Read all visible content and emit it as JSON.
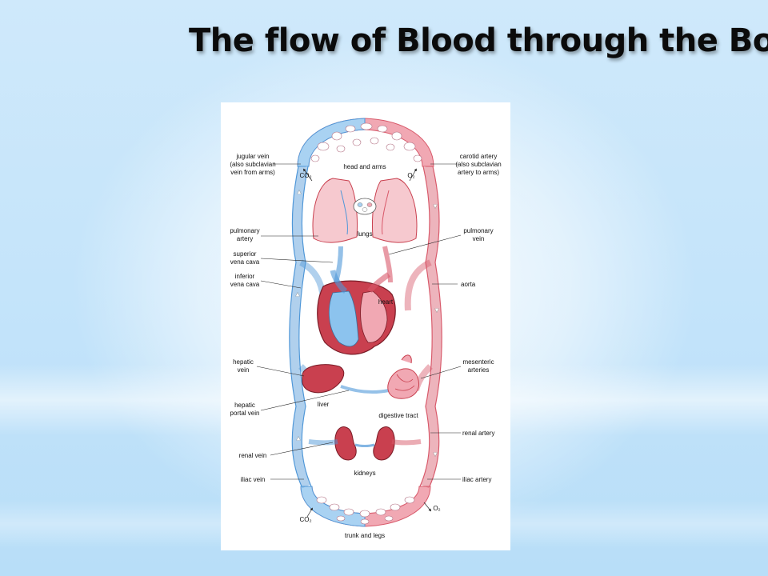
{
  "slide": {
    "title": "The flow of Blood through the Body"
  },
  "diagram": {
    "labels": {
      "jugular_vein": [
        "jugular vein",
        "(also subclavian",
        "vein from arms)"
      ],
      "head_and_arms": "head and arms",
      "carotid_artery": [
        "carotid artery",
        "(also subclavian",
        "artery to arms)"
      ],
      "co2_top": "CO₂",
      "o2_top": "O₂",
      "pulmonary_artery": [
        "pulmonary",
        "artery"
      ],
      "lungs": "lungs",
      "pulmonary_vein": [
        "pulmonary",
        "vein"
      ],
      "superior_vena_cava": [
        "superior",
        "vena cava"
      ],
      "inferior_vena_cava": [
        "inferior",
        "vena cava"
      ],
      "aorta": "aorta",
      "heart": "heart",
      "hepatic_vein": [
        "hepatic",
        "vein"
      ],
      "mesenteric_arteries": [
        "mesenteric",
        "arteries"
      ],
      "hepatic_portal_vein": [
        "hepatic",
        "portal vein"
      ],
      "liver": "liver",
      "digestive_tract": "digestive tract",
      "renal_artery": "renal artery",
      "renal_vein": "renal vein",
      "kidneys": "kidneys",
      "iliac_vein": "iliac vein",
      "iliac_artery": "iliac artery",
      "co2_bottom": "CO₂",
      "o2_bottom": "O₂",
      "trunk_and_legs": "trunk and legs"
    },
    "colors": {
      "vein": "#4f97d8",
      "vein_fill": "#a9d2f2",
      "artery": "#d8596a",
      "artery_fill": "#f1a8b3",
      "organ": "#c9404f"
    }
  }
}
